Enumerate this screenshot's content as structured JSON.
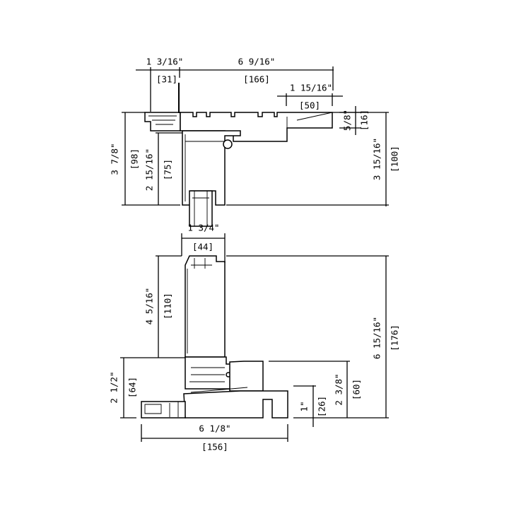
{
  "head_section": {
    "dims": {
      "left_leg_in": "1 3/16\"",
      "left_leg_mm": "[31]",
      "overall_width_in": "6 9/16\"",
      "overall_width_mm": "[166]",
      "nose_width_in": "1 15/16\"",
      "nose_width_mm": "[50]",
      "overall_height_in": "3 7/8\"",
      "overall_height_mm": "[98]",
      "sash_height_in": "2 15/16\"",
      "sash_height_mm": "[75]",
      "nose_height_in": "5/8\"",
      "nose_height_mm": "[16]",
      "right_height_in": "3 15/16\"",
      "right_height_mm": "[100]"
    }
  },
  "sash_thickness": {
    "in": "1 3/4\"",
    "mm": "[44]"
  },
  "sill_section": {
    "dims": {
      "sash_height_in": "4 5/16\"",
      "sash_height_mm": "[110]",
      "sill_height_in": "2 1/2\"",
      "sill_height_mm": "[64]",
      "overall_height_in": "6 15/16\"",
      "overall_height_mm": "[176]",
      "nose_height_in": "2 3/8\"",
      "nose_height_mm": "[60]",
      "step_height_in": "1\"",
      "step_height_mm": "[26]",
      "overall_width_in": "6 1/8\"",
      "overall_width_mm": "[156]"
    }
  }
}
